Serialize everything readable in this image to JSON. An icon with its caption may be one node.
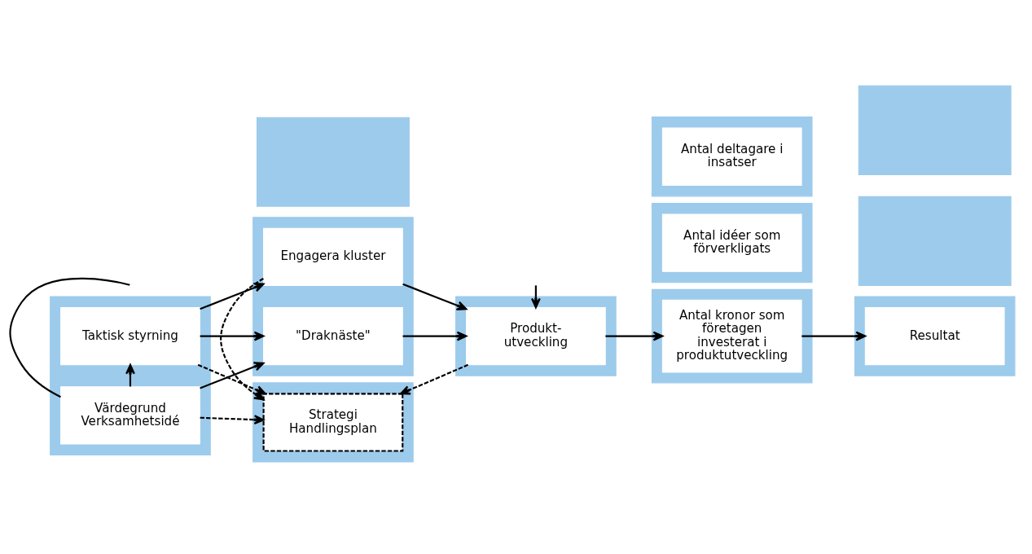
{
  "diagram": {
    "nodes": [
      {
        "text": [],
        "shape": "box"
      },
      {
        "text": [
          "Taktisk styrning"
        ],
        "in": 0
      },
      {
        "text": [
          "Värdegrund Verksamhetsidé"
        ],
        "in": 0
      },
      {
        "text": [],
        "shape": "box"
      },
      {
        "text": [
          "\"Draknäste\""
        ],
        "in": 3
      },
      {
        "text": [
          "Engagera kluster"
        ],
        "in": 3
      },
      {
        "text": [],
        "shape": "box"
      },
      {
        "text": [
          "Strategi Handlingsplan"
        ],
        "in": 6
      },
      {
        "text": [],
        "shape": "box"
      },
      {
        "text": [],
        "shape": "box"
      },
      {
        "text": [
          "Produkt- utveckling"
        ],
        "in": 9
      },
      {
        "text": [],
        "shape": "box"
      },
      {
        "text": [
          "Antal idéer som förverkligats"
        ],
        "in": 11
      },
      {
        "text": [],
        "shape": "box"
      },
      {
        "text": [
          "Antal kronor som företagen investerat i produktutveckling"
        ],
        "in": 13
      },
      {
        "text": [],
        "shape": "box"
      },
      {
        "text": [
          "Antal deltagare i insatser"
        ],
        "in": 15
      },
      {
        "text": [],
        "shape": "box"
      },
      {
        "text": [],
        "shape": "box"
      },
      {
        "text": [
          "Resultat"
        ],
        "in": 18
      },
      {
        "text": [],
        "shape": "box"
      }
    ],
    "edges": [
      {
        "from": 2,
        "to": 4,
        "arrow": "to"
      },
      {
        "from": 2,
        "to": 1,
        "arrow": "to"
      },
      {
        "from": 2,
        "to": 7,
        "arrow": "to",
        "style": "dashed"
      },
      {
        "from": 2,
        "to": null,
        "arrow": "none"
      },
      {
        "from": 1,
        "to": 4,
        "arrow": "to"
      },
      {
        "from": 1,
        "to": 5,
        "arrow": "to"
      },
      {
        "from": 1,
        "to": 7,
        "arrow": "to",
        "style": "dashed"
      },
      {
        "from": 5,
        "to": 7,
        "arrow": "to",
        "style": "dashed"
      },
      {
        "from": 4,
        "to": 10,
        "arrow": "to"
      },
      {
        "from": 5,
        "to": 10,
        "arrow": "to"
      },
      {
        "from": 10,
        "to": 7,
        "arrow": "to",
        "style": "dashed"
      },
      {
        "from": null,
        "to": 10,
        "arrow": "to"
      },
      {
        "from": 10,
        "to": 14,
        "arrow": "to"
      },
      {
        "from": 14,
        "to": 19,
        "arrow": "to"
      }
    ]
  }
}
